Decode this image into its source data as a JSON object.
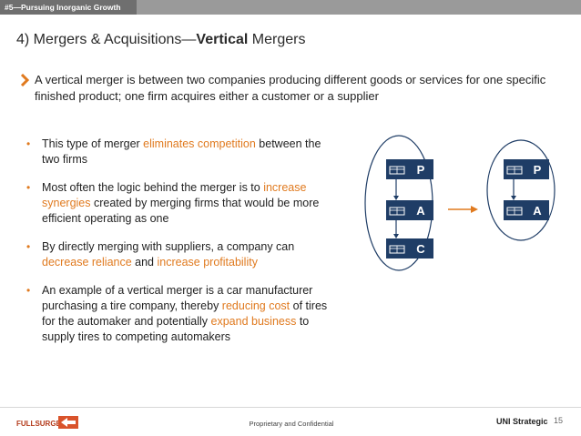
{
  "header": {
    "section_label": "#5—Pursuing Inorganic Growth"
  },
  "title": {
    "prefix": "4) Mergers & Acquisitions—",
    "emphasis": "Vertical",
    "suffix": " Mergers"
  },
  "intro": {
    "text": "A vertical merger is between two companies producing different goods or services for one specific finished product; one firm acquires either a customer or a supplier"
  },
  "bullets": [
    {
      "a": "This type of merger ",
      "h1": "eliminates competition",
      "b": " between the two firms",
      "h2": "",
      "c": ""
    },
    {
      "a": "Most often the logic behind the merger is to ",
      "h1": "increase synergies",
      "b": " created by merging firms that would be more efficient operating as one",
      "h2": "",
      "c": ""
    },
    {
      "a": "By directly merging with suppliers, a company can ",
      "h1": "decrease reliance",
      "b": " and ",
      "h2": "increase profitability",
      "c": ""
    },
    {
      "a": "An example of a vertical merger is a car manufacturer purchasing a tire company, thereby ",
      "h1": "reducing cost",
      "b": " of tires for the automaker and potentially ",
      "h2": "expand business",
      "c": " to supply tires to competing automakers"
    }
  ],
  "diagram": {
    "left_nodes": [
      "P",
      "A",
      "C"
    ],
    "right_nodes": [
      "P",
      "A"
    ],
    "colors": {
      "node_fill": "#1f3d66",
      "ellipse_stroke": "#1f3d66",
      "arrow": "#e07a1f"
    }
  },
  "footer": {
    "logo_text": "FULLSURGE",
    "center": "Proprietary and Confidential",
    "right": "UNI Strategic",
    "page": "15"
  },
  "colors": {
    "accent": "#e07a1f",
    "topbar": "#9a9a9a"
  }
}
